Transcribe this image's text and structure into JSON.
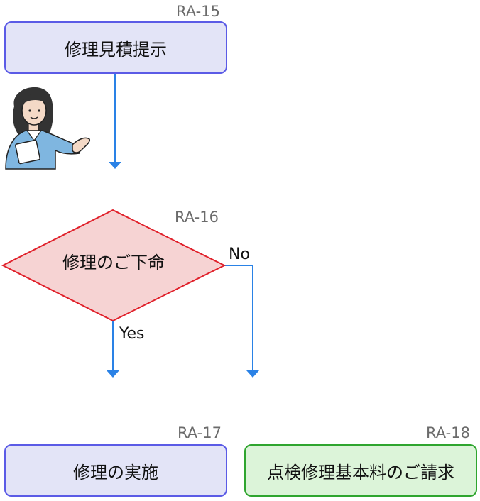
{
  "nodes": {
    "ra15": {
      "code": "RA-15",
      "label": "修理見積提示"
    },
    "ra16": {
      "code": "RA-16",
      "label": "修理のご下命"
    },
    "ra17": {
      "code": "RA-17",
      "label": "修理の実施"
    },
    "ra18": {
      "code": "RA-18",
      "label": "点検修理基本料のご請求"
    }
  },
  "edges": {
    "yes": "Yes",
    "no": "No"
  },
  "colors": {
    "process_fill": "#e3e4f7",
    "process_border": "#5b5be6",
    "decision_fill": "#f6d3d3",
    "decision_border": "#e0202a",
    "terminal_fill": "#dcf4d9",
    "terminal_border": "#2fa52f",
    "arrow": "#2a82e6"
  },
  "icons": {
    "illustration": "business-woman-presenting-icon"
  }
}
